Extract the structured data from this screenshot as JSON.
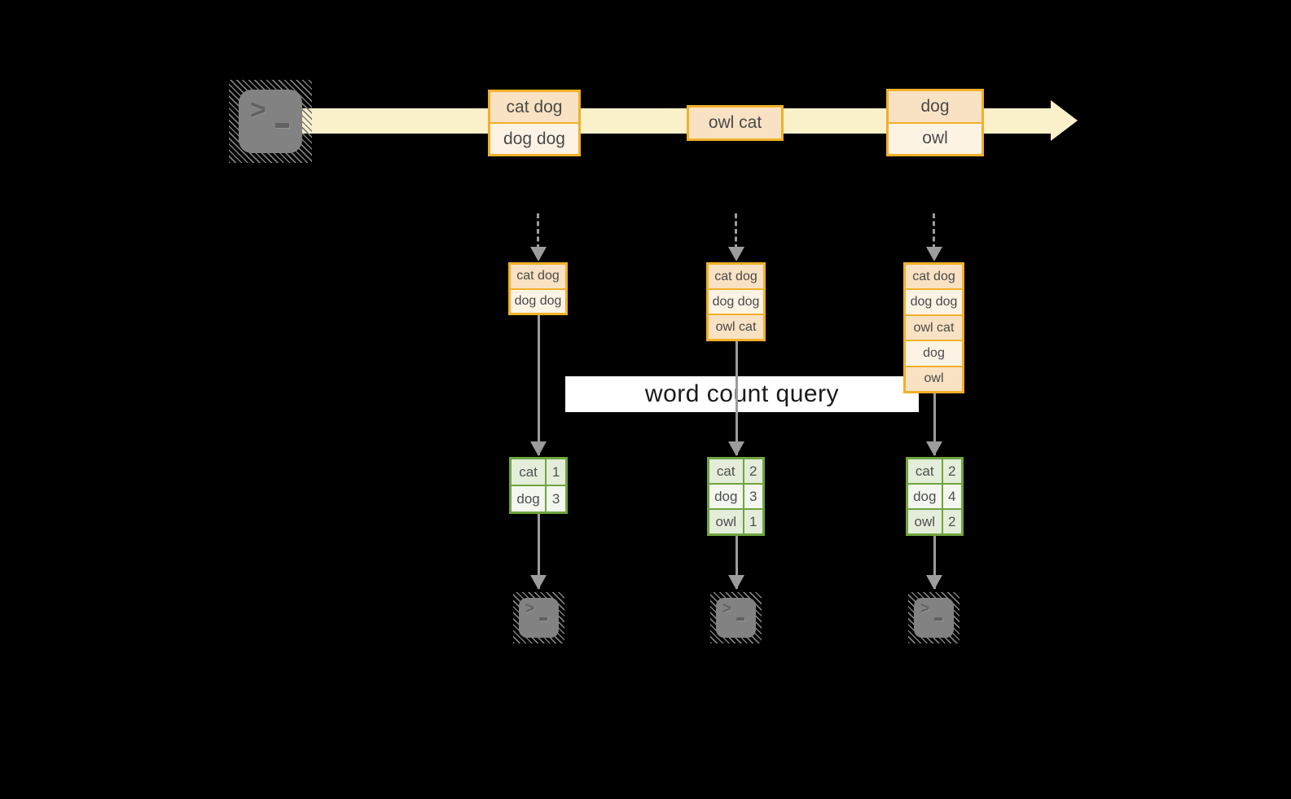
{
  "query_label": "word count query",
  "terminal": {
    "chevron": ">"
  },
  "palette": {
    "stream_fill": "#FAF0CA",
    "record_border": "#F0B02A",
    "record_fill_dark": "#F9E2C3",
    "record_fill_light": "#FDF3E5",
    "table_border": "#6FA53F",
    "table_cell_dark": "#E4EDDA",
    "table_cell_light": "#F3F7EF",
    "arrow_gray": "#9C9C9C",
    "terminal_gray": "#828282",
    "label_background": "#FFFFFF"
  },
  "stream": {
    "batches": [
      {
        "records": [
          "cat dog",
          "dog dog"
        ]
      },
      {
        "records": [
          "owl cat"
        ]
      },
      {
        "records": [
          "dog",
          "owl"
        ]
      }
    ]
  },
  "columns": [
    {
      "buffer": [
        "cat dog",
        "dog dog"
      ],
      "counts": [
        {
          "word": "cat",
          "count": "1"
        },
        {
          "word": "dog",
          "count": "3"
        }
      ]
    },
    {
      "buffer": [
        "cat dog",
        "dog dog",
        "owl cat"
      ],
      "counts": [
        {
          "word": "cat",
          "count": "2"
        },
        {
          "word": "dog",
          "count": "3"
        },
        {
          "word": "owl",
          "count": "1"
        }
      ]
    },
    {
      "buffer": [
        "cat dog",
        "dog dog",
        "owl cat",
        "dog",
        "owl"
      ],
      "counts": [
        {
          "word": "cat",
          "count": "2"
        },
        {
          "word": "dog",
          "count": "4"
        },
        {
          "word": "owl",
          "count": "2"
        }
      ]
    }
  ]
}
